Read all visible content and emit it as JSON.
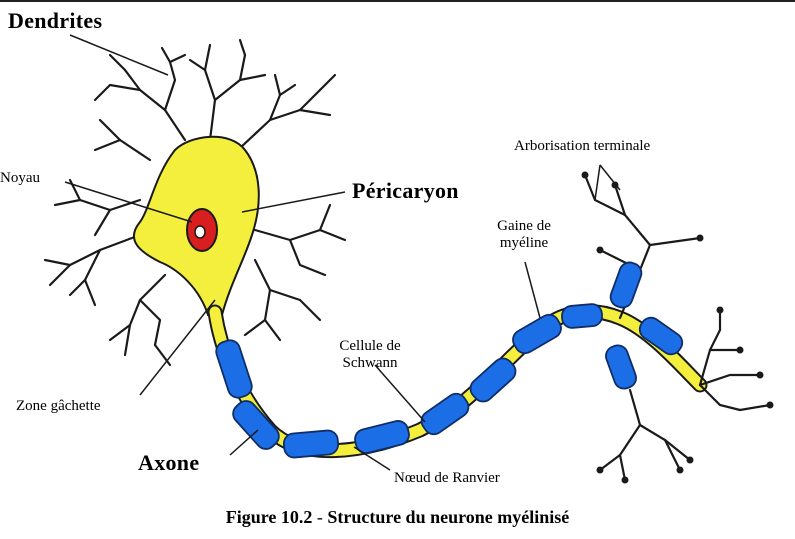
{
  "labels": {
    "dendrites": "Dendrites",
    "noyau": "Noyau",
    "pericaryon": "Péricaryon",
    "arborisation": "Arborisation terminale",
    "gaine_line1": "Gaine de",
    "gaine_line2": "myéline",
    "cellule_line1": "Cellule de",
    "cellule_line2": "Schwann",
    "zone": "Zone gâchette",
    "axone": "Axone",
    "noeud": "Nœud de Ranvier"
  },
  "caption": {
    "prefix": "Figure 10.2",
    "separator": " - ",
    "title": "Structure du neurone myélinisé"
  },
  "colors": {
    "soma": "#f3ef3c",
    "myelin": "#1c6ee6",
    "nucleus": "#d81e1e",
    "outline": "#1a1a1a"
  }
}
